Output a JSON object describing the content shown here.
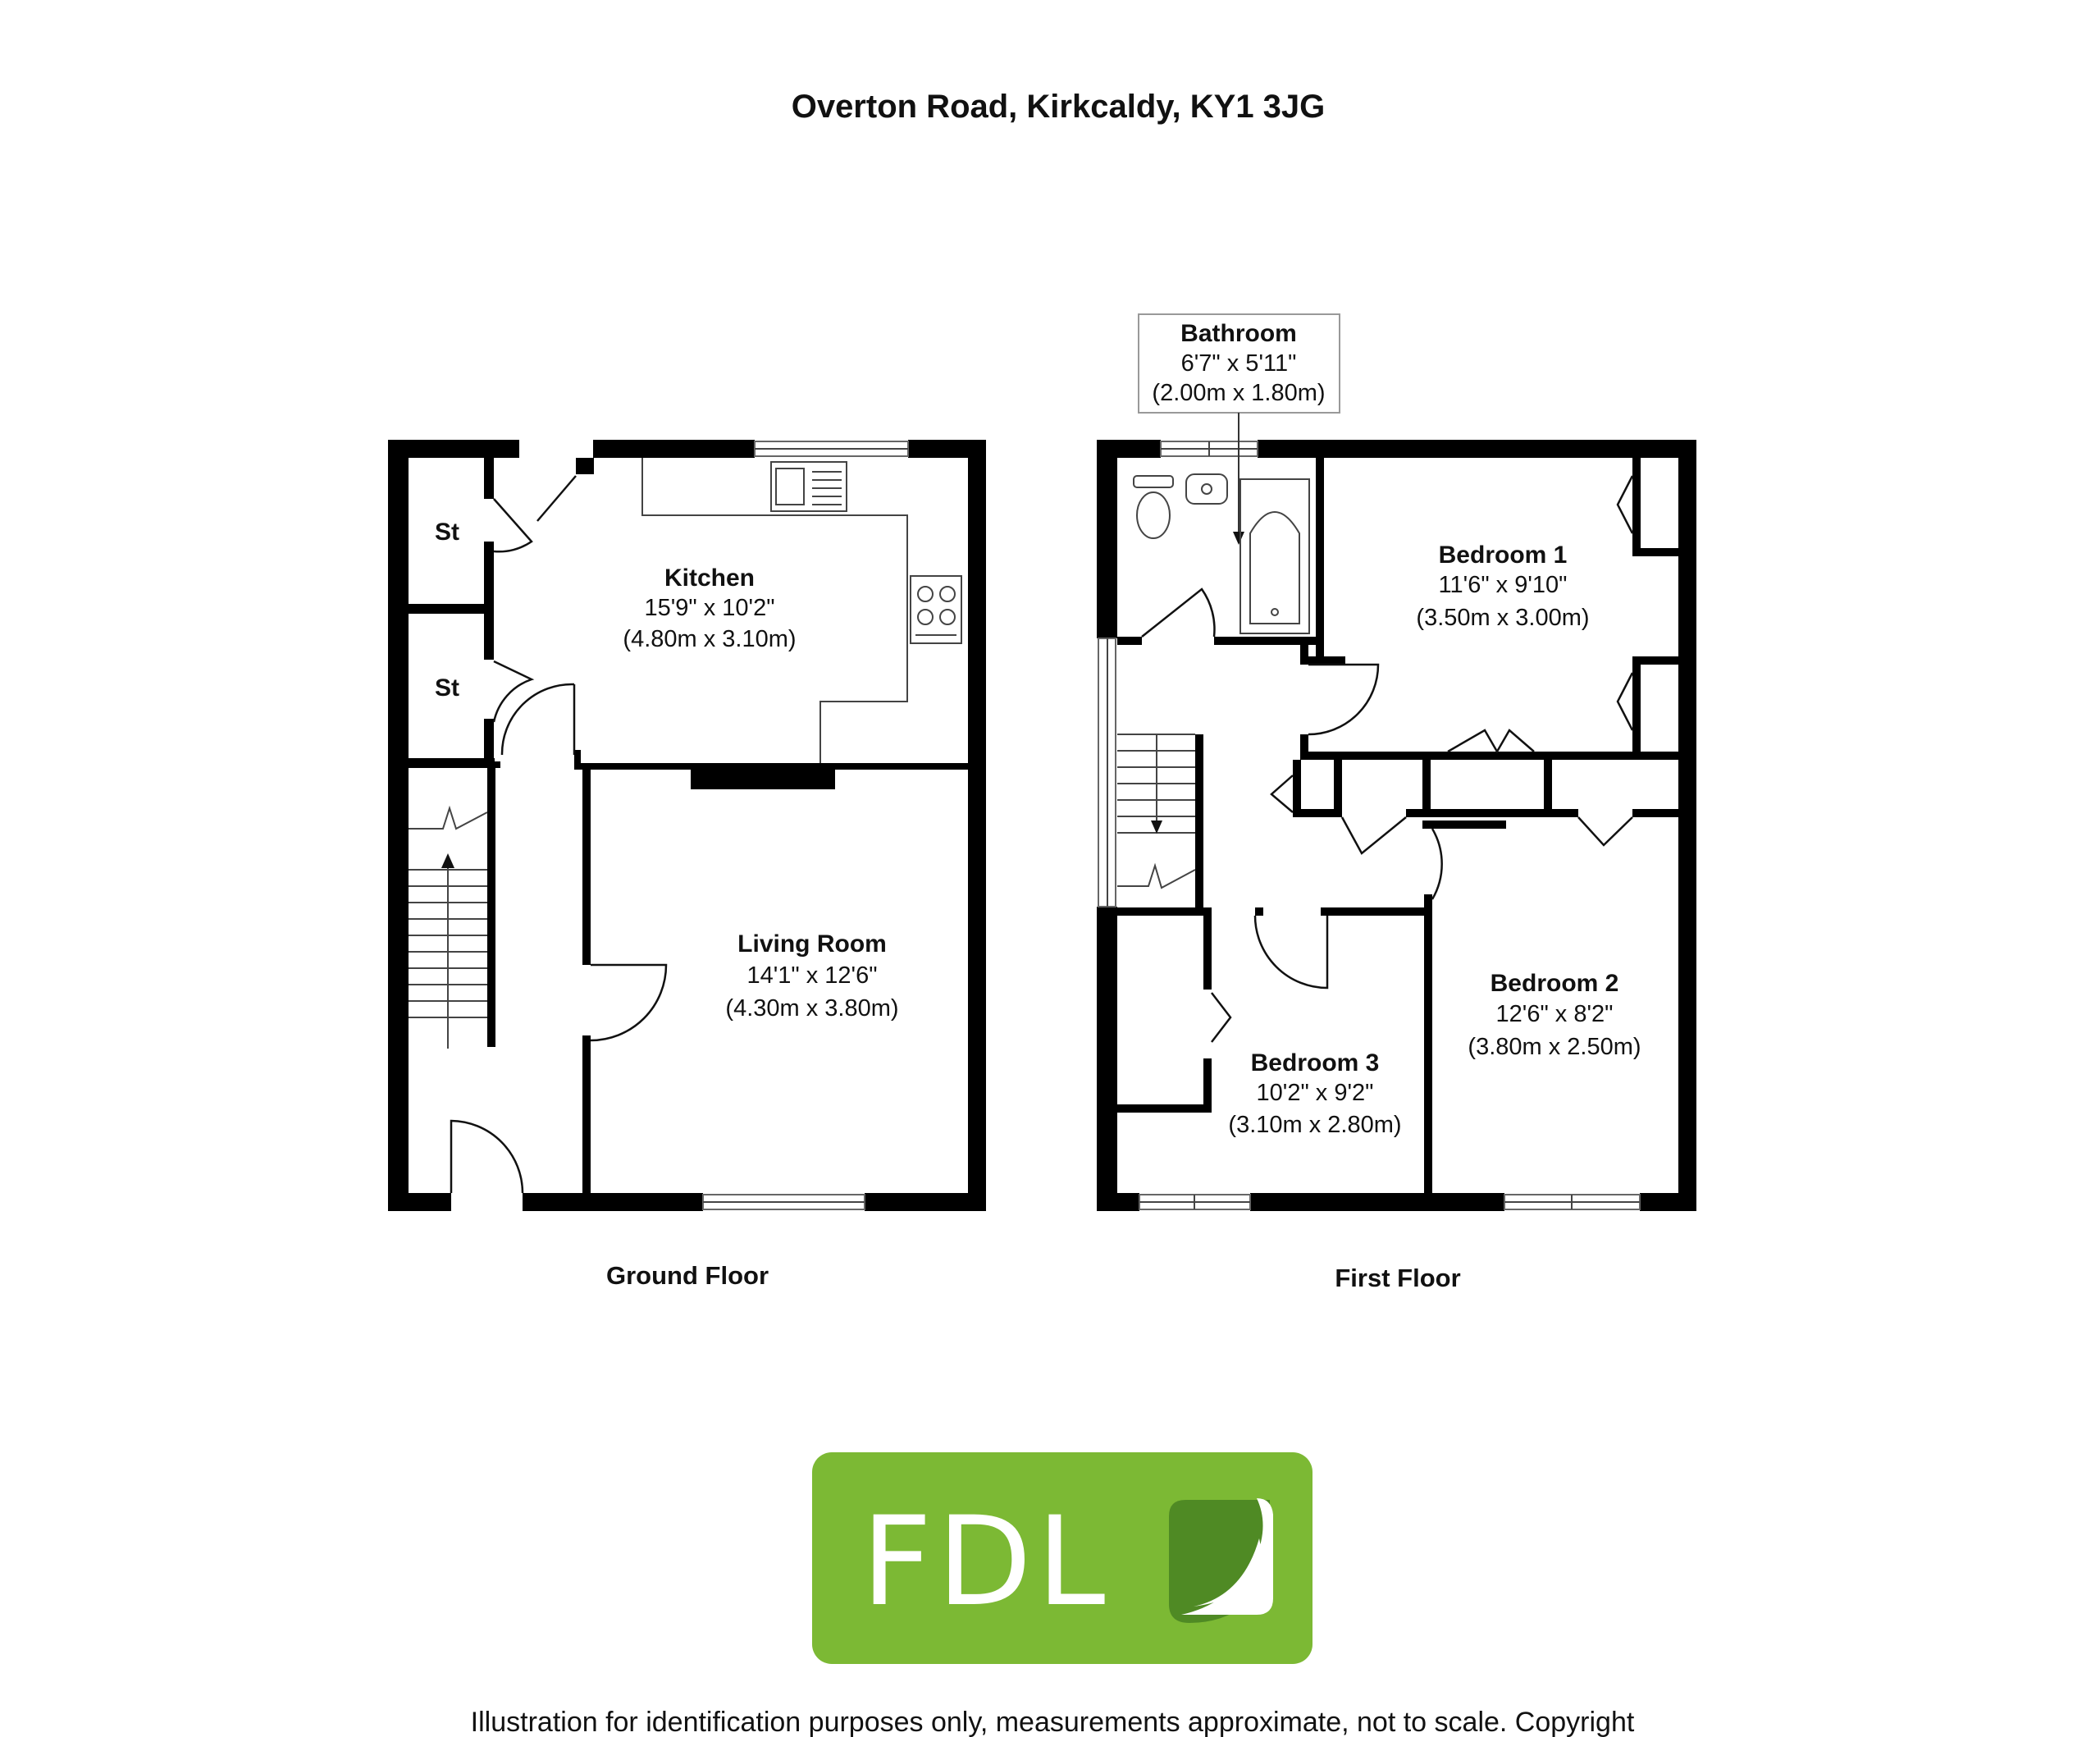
{
  "title": "Overton Road, Kirkcaldy, KY1 3JG",
  "floors": {
    "ground": {
      "label": "Ground Floor",
      "rooms": {
        "store1": {
          "name": "St"
        },
        "store2": {
          "name": "St"
        },
        "kitchen": {
          "name": "Kitchen",
          "imperial": "15'9\" x 10'2\"",
          "metric": "(4.80m x 3.10m)"
        },
        "living": {
          "name": "Living Room",
          "imperial": "14'1\" x 12'6\"",
          "metric": "(4.30m x 3.80m)"
        }
      }
    },
    "first": {
      "label": "First Floor",
      "rooms": {
        "bathroom": {
          "name": "Bathroom",
          "imperial": "6'7\" x 5'11\"",
          "metric": "(2.00m x 1.80m)"
        },
        "bedroom1": {
          "name": "Bedroom 1",
          "imperial": "11'6\" x 9'10\"",
          "metric": "(3.50m x 3.00m)"
        },
        "bedroom2": {
          "name": "Bedroom 2",
          "imperial": "12'6\" x 8'2\"",
          "metric": "(3.80m x 2.50m)"
        },
        "bedroom3": {
          "name": "Bedroom 3",
          "imperial": "10'2\" x 9'2\"",
          "metric": "(3.10m x 2.80m)"
        }
      }
    }
  },
  "logo": {
    "text": "FDL",
    "bg_color": "#7cb934",
    "leaf_color": "#4f8a24"
  },
  "disclaimer": "Illustration for identification purposes only, measurements approximate, not to scale. Copyright"
}
